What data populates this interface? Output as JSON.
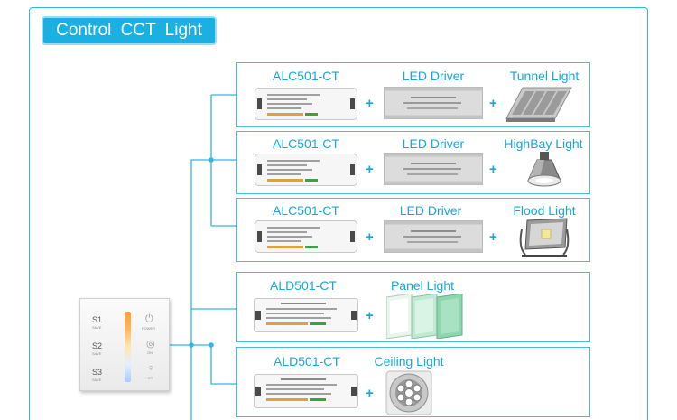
{
  "title": "Control CCT Light",
  "rows": [
    {
      "receiver": "ALC501-CT",
      "driver": "LED Driver",
      "light": "Tunnel Light",
      "sep1": "+",
      "sep2": "+"
    },
    {
      "receiver": "ALC501-CT",
      "driver": "LED Driver",
      "light": "HighBay Light",
      "sep1": "+",
      "sep2": "+"
    },
    {
      "receiver": "ALC501-CT",
      "driver": "LED Driver",
      "light": "Flood Light",
      "sep1": "+",
      "sep2": "+"
    },
    {
      "receiver": "ALD501-CT",
      "light": "Panel Light",
      "sep1": "+"
    },
    {
      "receiver": "ALD501-CT",
      "light": "Ceiling Light",
      "sep1": "+"
    }
  ],
  "wall_panel": {
    "scenes": [
      {
        "label": "S1",
        "sub": "SAVE"
      },
      {
        "label": "S2",
        "sub": "SAVE"
      },
      {
        "label": "S3",
        "sub": "SAVE"
      }
    ],
    "power_icon": "power-icon",
    "power_sub": "POWER",
    "on_icon": "on-icon",
    "on_sub": "ON",
    "ct_icon": "bulb-icon",
    "ct_sub": "CT"
  },
  "colors": {
    "accent": "#1ab0e2",
    "line": "#30b8e0",
    "text": "#17a7da"
  }
}
